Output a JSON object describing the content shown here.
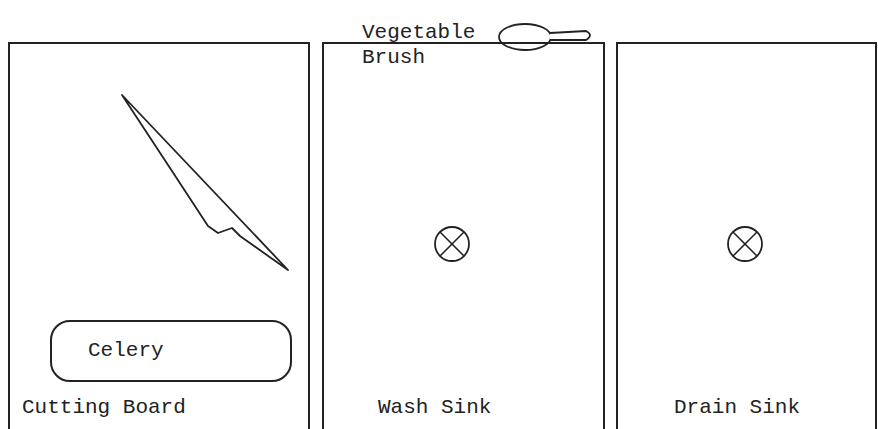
{
  "diagram": {
    "nodes": [
      {
        "text": [
          "Cutting Board"
        ]
      },
      {
        "text": [
          "Celery"
        ],
        "in": 0
      },
      {
        "text": [
          "Wash Sink"
        ]
      },
      {
        "text": [
          "Drain Sink"
        ]
      }
    ],
    "labels": [
      "Vegetable Brush"
    ]
  }
}
